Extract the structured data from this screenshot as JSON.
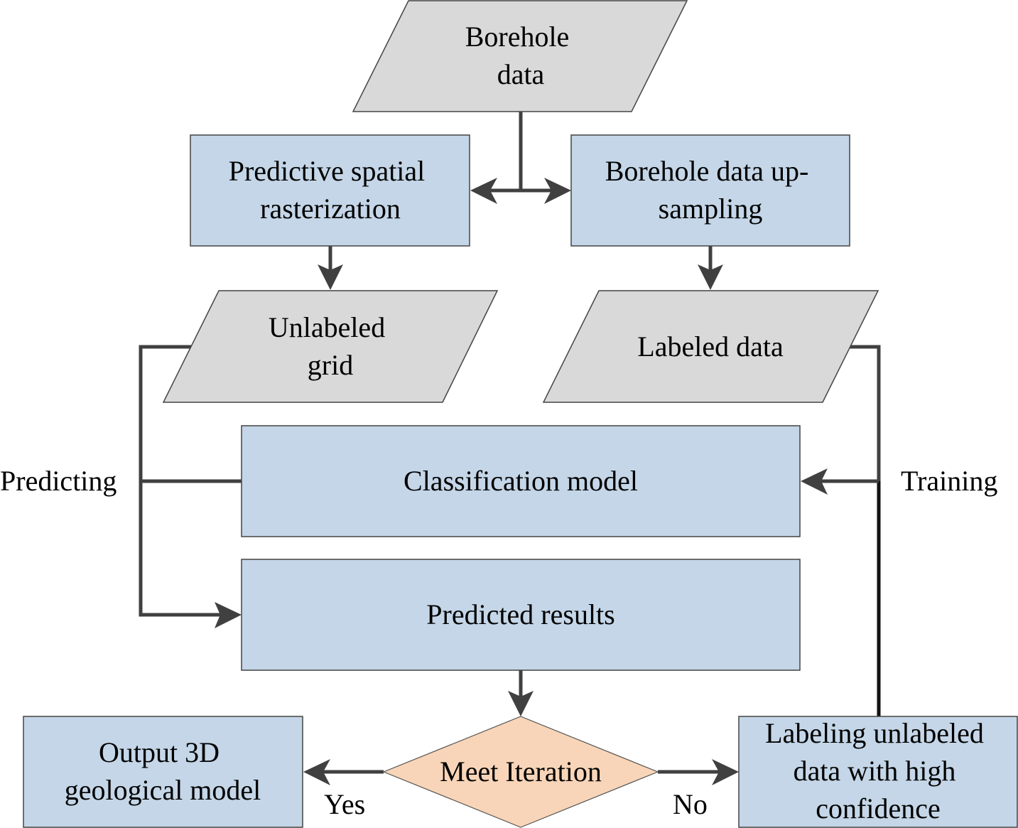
{
  "diagram": {
    "type": "flowchart",
    "colors": {
      "process_fill": "#c4d6e7",
      "data_fill": "#d9d9d9",
      "decision_fill": "#f8d5b8",
      "connector": "#404040"
    },
    "nodes": {
      "borehole_data": {
        "shape": "parallelogram",
        "lines": [
          "Borehole",
          "data"
        ]
      },
      "rasterization": {
        "shape": "rectangle",
        "lines": [
          "Predictive spatial",
          "rasterization"
        ]
      },
      "upsampling": {
        "shape": "rectangle",
        "lines": [
          "Borehole data up-",
          "sampling"
        ]
      },
      "unlabeled_grid": {
        "shape": "parallelogram",
        "lines": [
          "Unlabeled",
          "grid"
        ]
      },
      "labeled_data": {
        "shape": "parallelogram",
        "lines": [
          "Labeled data"
        ]
      },
      "classification_model": {
        "shape": "rectangle",
        "lines": [
          "Classification model"
        ]
      },
      "predicted_results": {
        "shape": "rectangle",
        "lines": [
          "Predicted results"
        ]
      },
      "meet_iteration": {
        "shape": "diamond",
        "lines": [
          "Meet Iteration"
        ]
      },
      "output_model": {
        "shape": "rectangle",
        "lines": [
          "Output 3D",
          "geological model"
        ]
      },
      "labeling_unlabeled": {
        "shape": "rectangle",
        "lines": [
          "Labeling unlabeled",
          "data with high",
          "confidence"
        ]
      }
    },
    "edge_labels": {
      "predicting": "Predicting",
      "training": "Training",
      "yes": "Yes",
      "no": "No"
    },
    "edges": [
      {
        "from": "borehole_data",
        "to": "rasterization"
      },
      {
        "from": "borehole_data",
        "to": "upsampling"
      },
      {
        "from": "rasterization",
        "to": "unlabeled_grid"
      },
      {
        "from": "upsampling",
        "to": "labeled_data"
      },
      {
        "from": "labeled_data",
        "to": "classification_model",
        "label": "Training"
      },
      {
        "from": "labeling_unlabeled",
        "to": "classification_model",
        "label": "Training"
      },
      {
        "from": "unlabeled_grid",
        "to": "predicted_results",
        "label": "Predicting"
      },
      {
        "from": "classification_model",
        "to": "predicted_results",
        "label": "Predicting"
      },
      {
        "from": "predicted_results",
        "to": "meet_iteration"
      },
      {
        "from": "meet_iteration",
        "to": "output_model",
        "label": "Yes"
      },
      {
        "from": "meet_iteration",
        "to": "labeling_unlabeled",
        "label": "No"
      }
    ]
  }
}
